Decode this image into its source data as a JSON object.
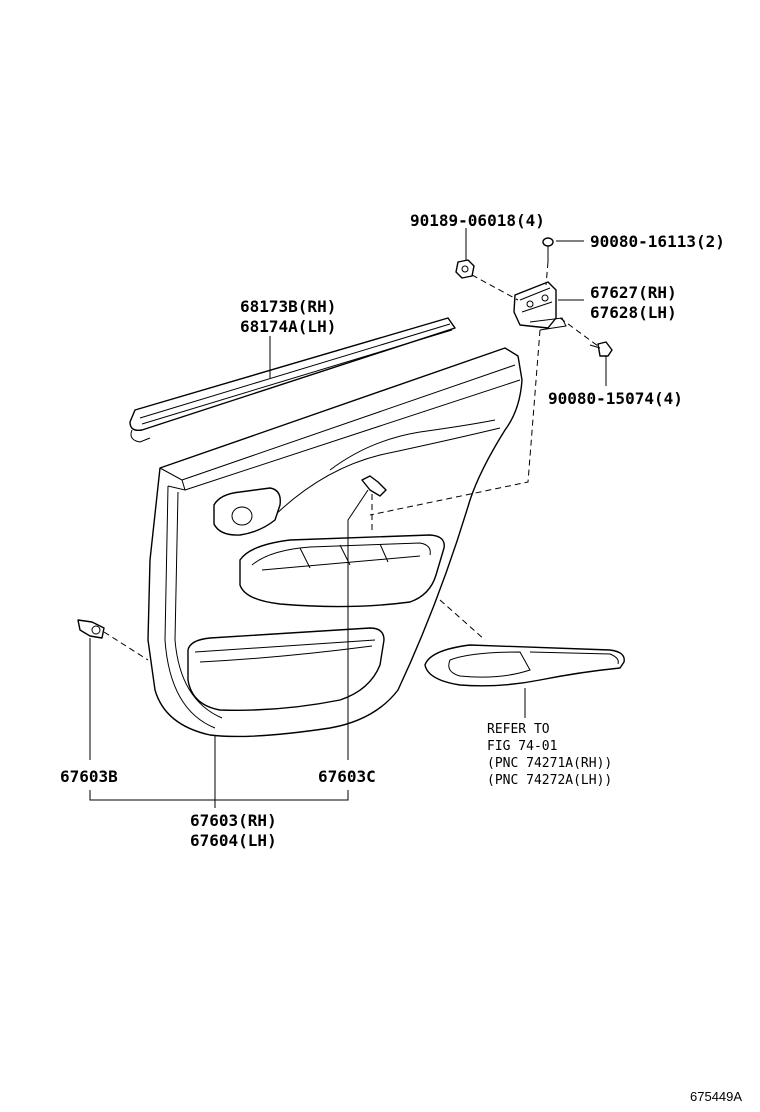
{
  "labels": {
    "nut": "90189-06018(4)",
    "screw_top": "90080-16113(2)",
    "bracket_rh": "67627(RH)",
    "bracket_lh": "67628(LH)",
    "screw_bracket": "90080-15074(4)",
    "weatherstrip_rh": "68173B(RH)",
    "weatherstrip_lh": "68174A(LH)",
    "clip_b": "67603B",
    "clip_c": "67603C",
    "panel_rh": "67603(RH)",
    "panel_lh": "67604(LH)",
    "refer_line1": "REFER TO",
    "refer_line2": "FIG 74-01",
    "refer_line3": "(PNC 74271A(RH))",
    "refer_line4": "(PNC 74272A(LH))"
  },
  "figure_id": "675449A"
}
